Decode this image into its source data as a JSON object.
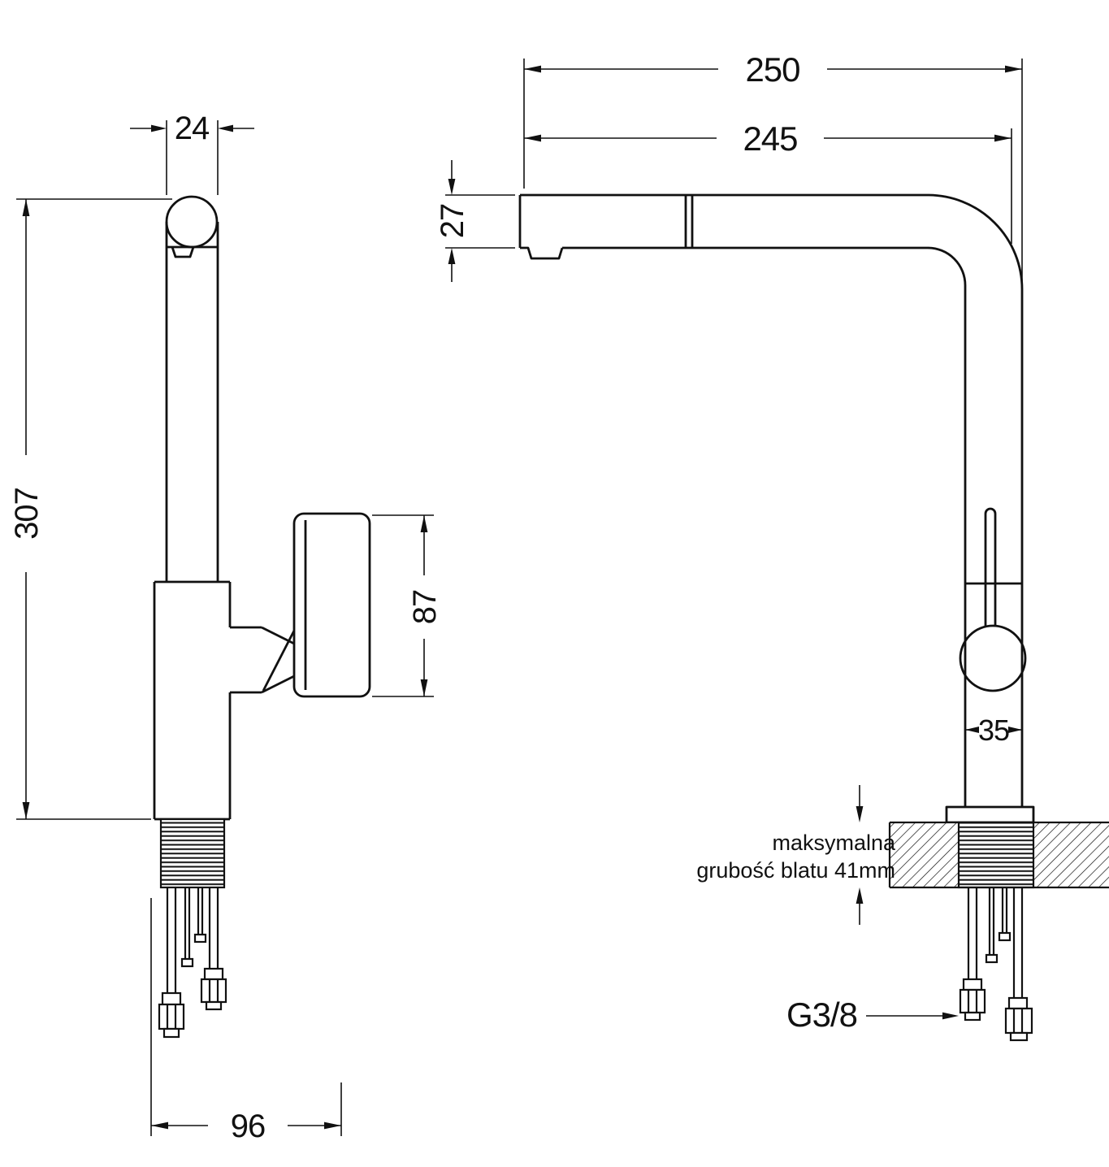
{
  "meta": {
    "background": "#ffffff",
    "line_color": "#111111",
    "drawing_type": "kitchen faucet dimensional drawing, side view and front view"
  },
  "side_view": {
    "dim_spout_width": "24",
    "dim_total_height": "307",
    "dim_handle_height": "87",
    "dim_base_depth": "96"
  },
  "front_view": {
    "dim_overall_reach": "250",
    "dim_spout_reach": "245",
    "dim_spout_height": "27",
    "dim_body_width": "35",
    "counter_note_line1": "maksymalna",
    "counter_note_line2": "grubość blatu 41mm",
    "thread_size_label": "G3/8"
  }
}
